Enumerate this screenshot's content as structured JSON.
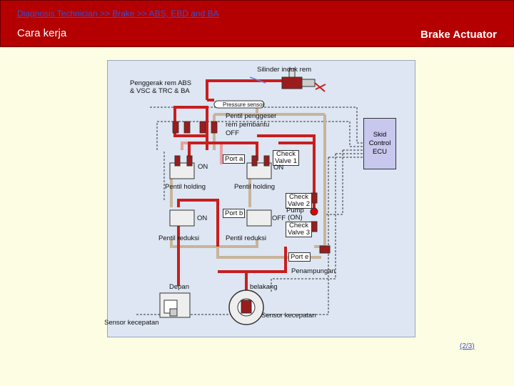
{
  "header": {
    "breadcrumb": "Diagnosis Technician >> Brake  >> ABS, EBD and BA",
    "section_title": "Cara kerja",
    "topic_title": "Brake Actuator"
  },
  "diagram": {
    "master_cylinder": "Silinder induk rem",
    "actuator": "Penggerak rem ABS\n& VSC & TRC & BA",
    "pressure_sensor": "Pressure sensor",
    "assist_valve": "Pentil penggeser\nrem pembantu\nOFF",
    "ecu": [
      "Skid",
      "Control",
      "ECU"
    ],
    "port_a": "Port a",
    "check_valve_1": "Check\nValve 1",
    "on_1": "ON",
    "on_2": "ON",
    "holding_left": "Pentil holding",
    "holding_right": "Pentil holding",
    "check_valve_2": "Check\nValve 2",
    "pump": "Pump\n(ON)",
    "off_label": "OFF",
    "check_valve_3": "Check\nValve 3",
    "port_b": "Port b",
    "on_3": "ON",
    "reduction_left": "Pentil reduksi",
    "reduction_right": "Pentil reduksi",
    "port_e": "Port e",
    "reservoir": "Penampungan",
    "front": "Depan",
    "rear": "belakang",
    "speed_sensor_right": "Sensor kecepatan",
    "speed_sensor_left": "Sensor kecepatan"
  },
  "pager": "(2/3)",
  "colors": {
    "header_bg": "#b40000",
    "high_pressure": "#c81e1e",
    "return_line": "#e8a0a0",
    "low_pressure": "#c8b49a",
    "signal_line": "#333333"
  }
}
